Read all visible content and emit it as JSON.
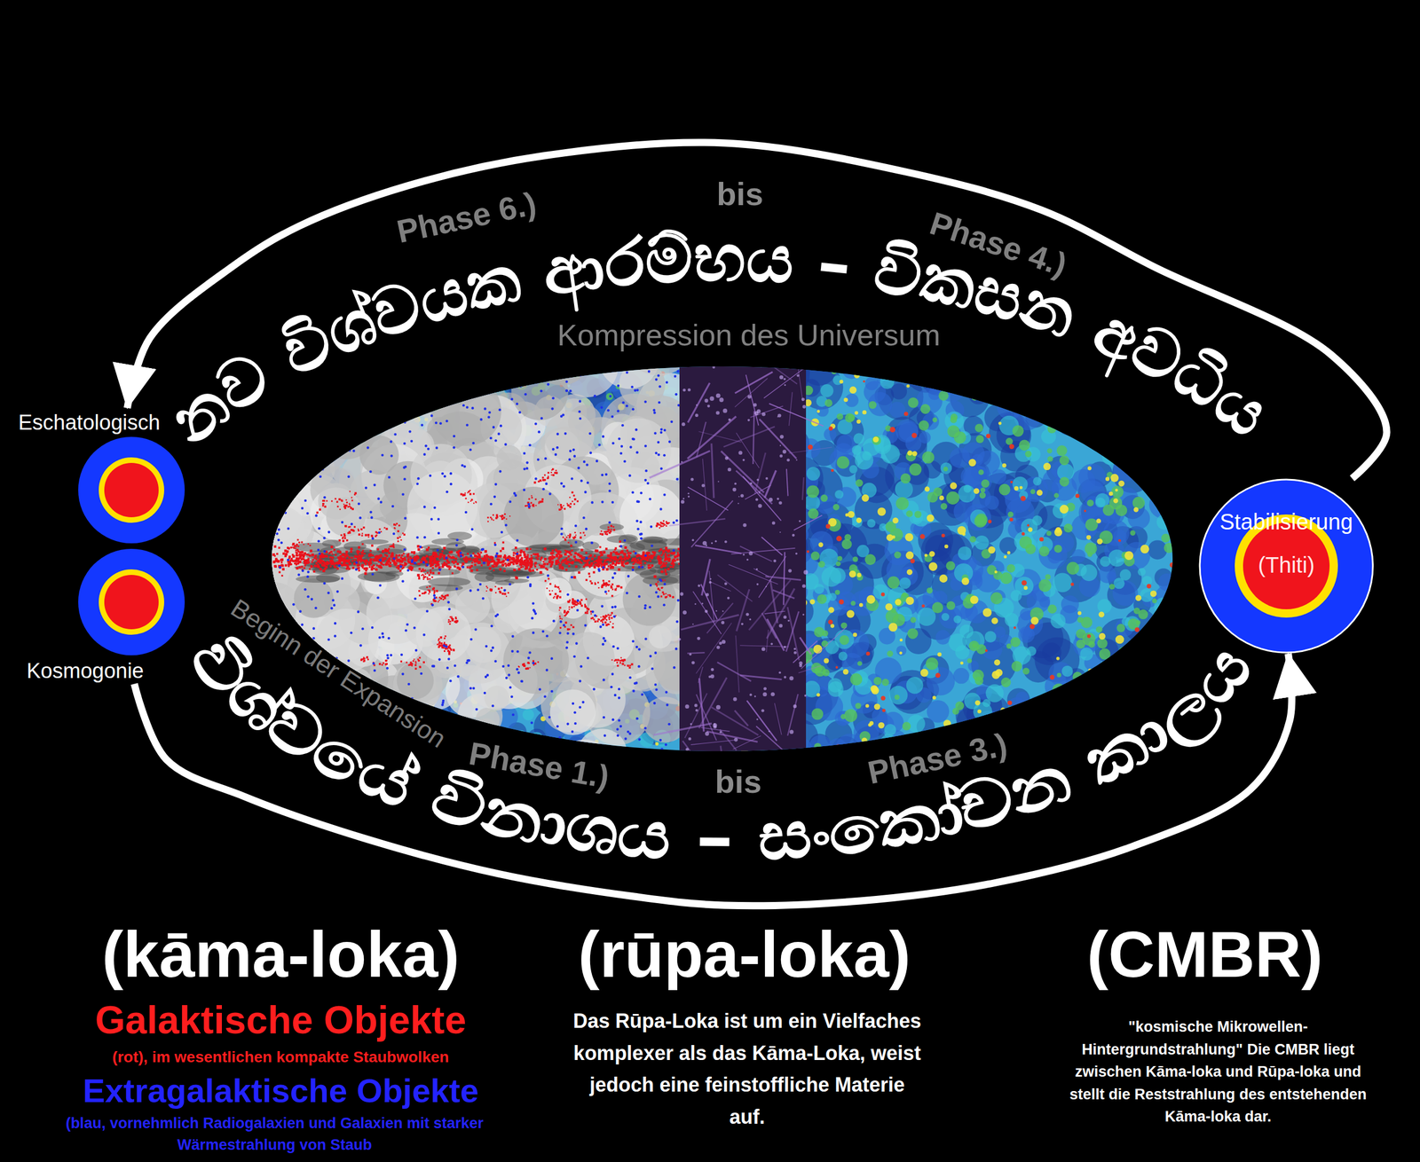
{
  "diagram": {
    "nodes": [
      {
        "text": [
          "Eschatologisch"
        ]
      },
      {
        "text": [
          "Kosmogonie"
        ]
      },
      {
        "text": [
          "Stabilisierung",
          "(Thiti)"
        ]
      }
    ],
    "edges": [
      {
        "from": 1,
        "to": 2,
        "arrow": "to"
      },
      {
        "from": 2,
        "to": 0,
        "arrow": "to"
      }
    ],
    "labels": [
      "Phase 6.)",
      "bis",
      "Phase 4.)",
      "නව විශ්වයක ආරම්භය – විකසන අවධිය",
      "Kompression des Universum",
      "Beginn der Expansion",
      "Phase 1.)",
      "bis",
      "Phase 3.)",
      "විශ්වයේ විනාශය – සංකෝචන කාලය",
      "(kāma-loka)",
      "Galaktische Objekte",
      "(rot), im wesentlichen kompakte Staubwolken",
      "Extragalaktische Objekte",
      "(blau, vornehmlich Radiogalaxien und Galaxien mit starker Wärmestrahlung von Staub",
      "(rūpa-loka)",
      "Das Rūpa-Loka ist um ein Vielfaches komplexer als das Kāma-Loka, weist jedoch eine feinstoffliche Materie auf.",
      "(CMBR)",
      "\"kosmische Mikrowellen-Hintergrundstrahlung\" Die CMBR liegt zwischen Kāma-loka und Rūpa-loka und stellt die Reststrahlung des entstehenden Kāma-loka dar."
    ]
  }
}
